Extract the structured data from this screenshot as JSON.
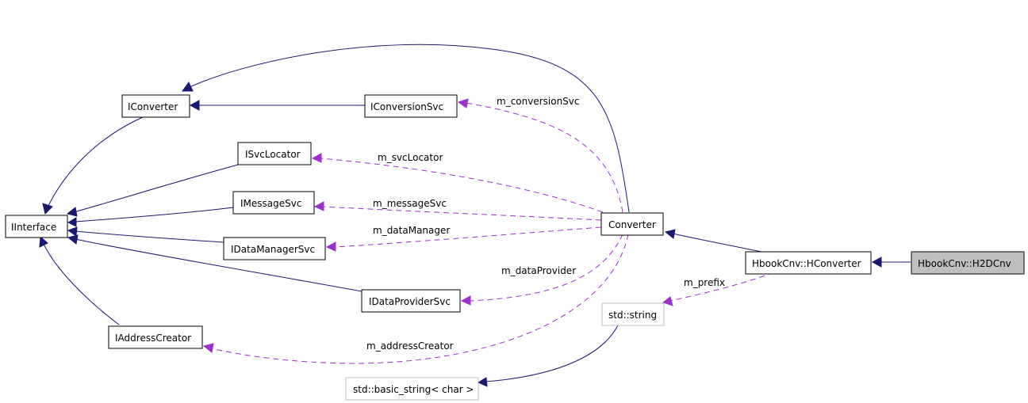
{
  "nodes": {
    "iinterface": "IInterface",
    "iconverter": "IConverter",
    "iconversionsvc": "IConversionSvc",
    "isvclocator": "ISvcLocator",
    "imessagesvc": "IMessageSvc",
    "idatamanagersvc": "IDataManagerSvc",
    "idataprovidersvc": "IDataProviderSvc",
    "iaddresscreator": "IAddressCreator",
    "converter": "Converter",
    "hconverter": "HbookCnv::HConverter",
    "h2dcnv": "HbookCnv::H2DCnv",
    "stdstring": "std::string",
    "basicstring": "std::basic_string< char >"
  },
  "edge_labels": {
    "conversion_svc": "m_conversionSvc",
    "svc_locator": "m_svcLocator",
    "message_svc": "m_messageSvc",
    "data_manager": "m_dataManager",
    "data_provider": "m_dataProvider",
    "address_creator": "m_addressCreator",
    "prefix": "m_prefix"
  },
  "colors": {
    "inheritance_edge": "#191970",
    "usage_edge": "#9a32cd",
    "current_node_fill": "#bfbfbf",
    "muted_node_border": "#bfbfbf"
  }
}
